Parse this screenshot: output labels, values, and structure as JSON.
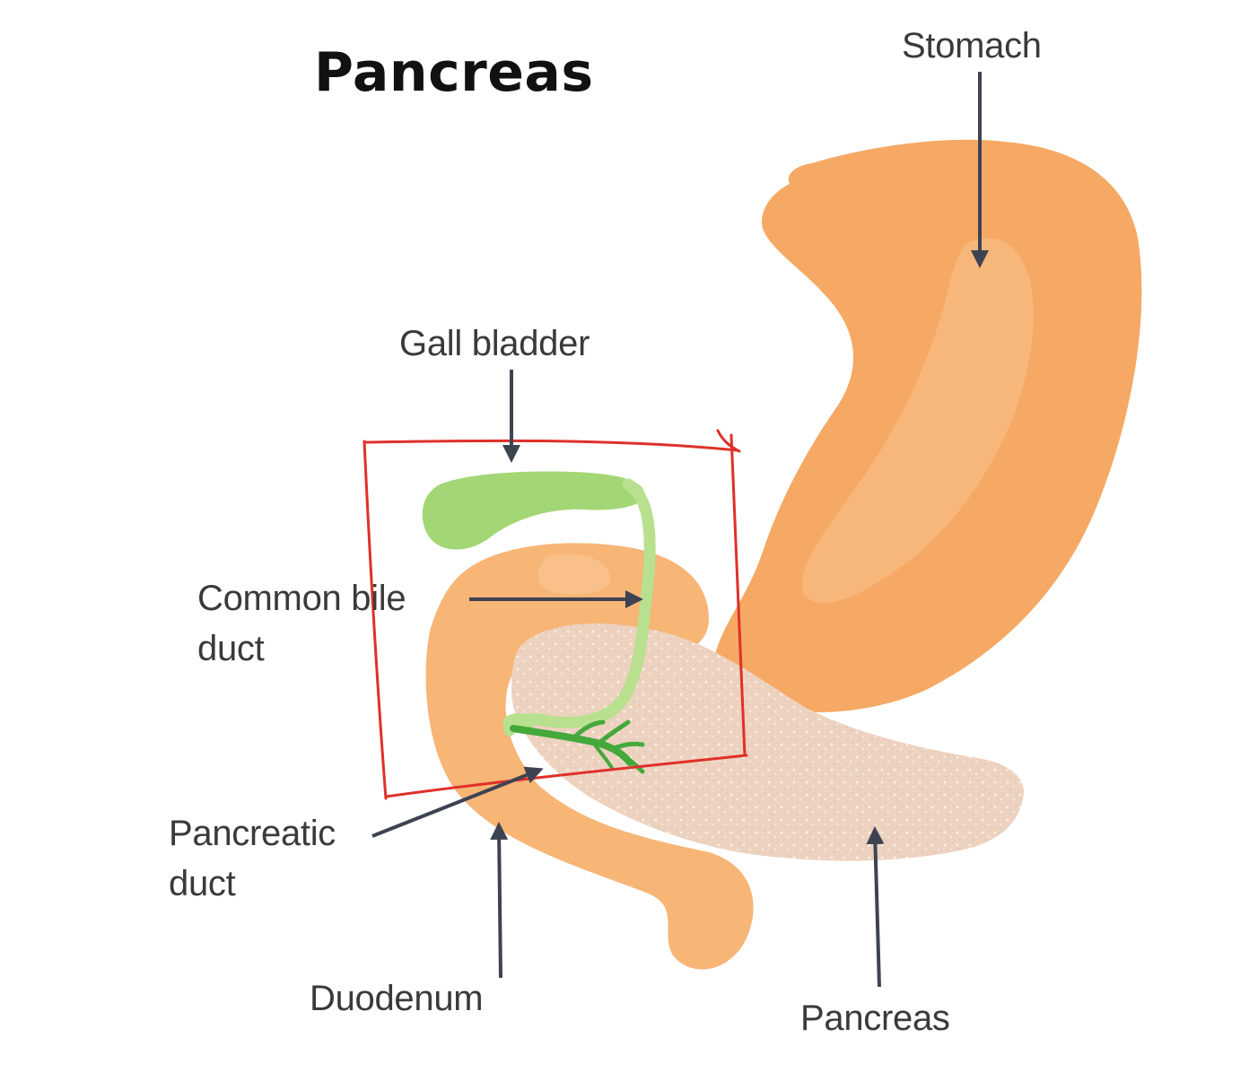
{
  "title": "Pancreas",
  "labels": {
    "stomach": "Stomach",
    "gall_bladder": "Gall bladder",
    "common_bile_duct": [
      "Common bile",
      "duct"
    ],
    "pancreatic_duct": [
      "Pancreatic",
      "duct"
    ],
    "duodenum": "Duodenum",
    "pancreas": "Pancreas"
  },
  "colors": {
    "stomach": "#F5A964",
    "stomach_highlight": "#F8BA7E",
    "duodenum": "#F7B576",
    "pancreas": "#EDD2C0",
    "gall_bladder": "#A3D675",
    "bile_duct": "#B8E08E",
    "pancreatic_duct": "#44A83A",
    "arrow": "#3E4352",
    "annotation_box": "#E0302A"
  }
}
